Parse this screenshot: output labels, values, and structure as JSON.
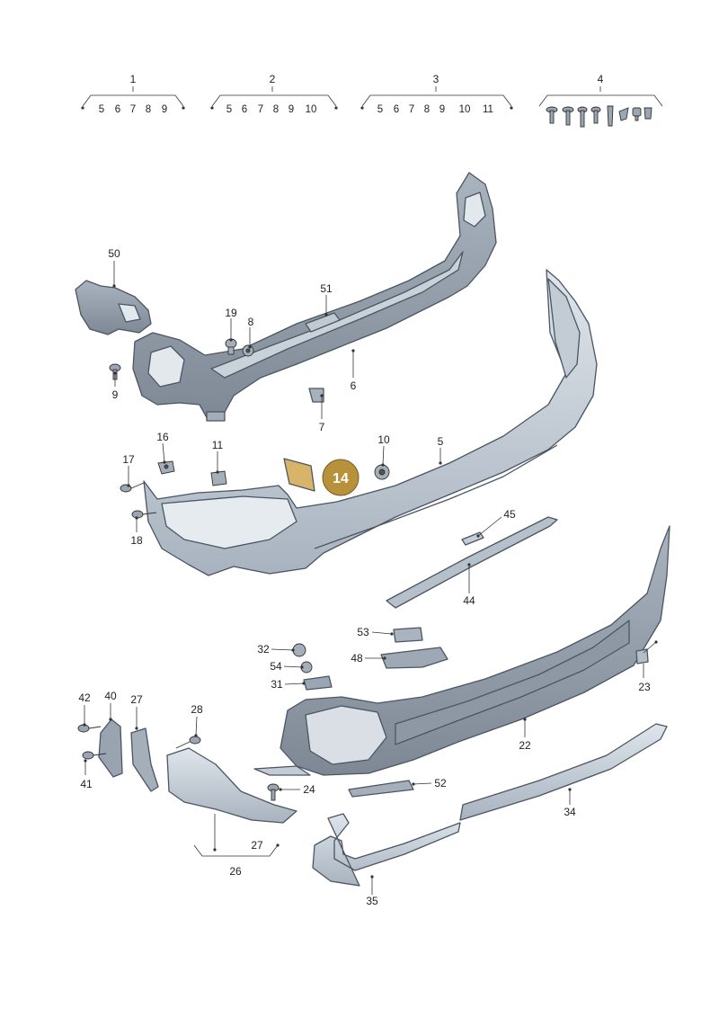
{
  "groups": [
    {
      "head": "1",
      "items": [
        "5",
        "6",
        "7",
        "8",
        "9"
      ]
    },
    {
      "head": "2",
      "items": [
        "5",
        "6",
        "7",
        "8",
        "9",
        "10"
      ]
    },
    {
      "head": "3",
      "items": [
        "5",
        "6",
        "7",
        "8",
        "9",
        "10",
        "11"
      ]
    },
    {
      "head": "4",
      "items": []
    }
  ],
  "labels": {
    "l50": "50",
    "l51": "51",
    "l19": "19",
    "l8": "8",
    "l9": "9",
    "l6": "6",
    "l7": "7",
    "l16": "16",
    "l11": "11",
    "l17": "17",
    "l18": "18",
    "l10": "10",
    "l5": "5",
    "l45": "45",
    "l44": "44",
    "l53": "53",
    "l48": "48",
    "l32": "32",
    "l54": "54",
    "l31": "31",
    "l23": "23",
    "l22": "22",
    "l42": "42",
    "l40": "40",
    "l27a": "27",
    "l28": "28",
    "l41": "41",
    "l24": "24",
    "l52": "52",
    "l34": "34",
    "l27b": "27",
    "l26": "26",
    "l35": "35"
  },
  "highlight": {
    "label": "14",
    "color": "#b8923a"
  },
  "colors": {
    "part": "#b9c3cd",
    "part_light": "#d7dee5",
    "part_dark": "#8b96a2"
  }
}
